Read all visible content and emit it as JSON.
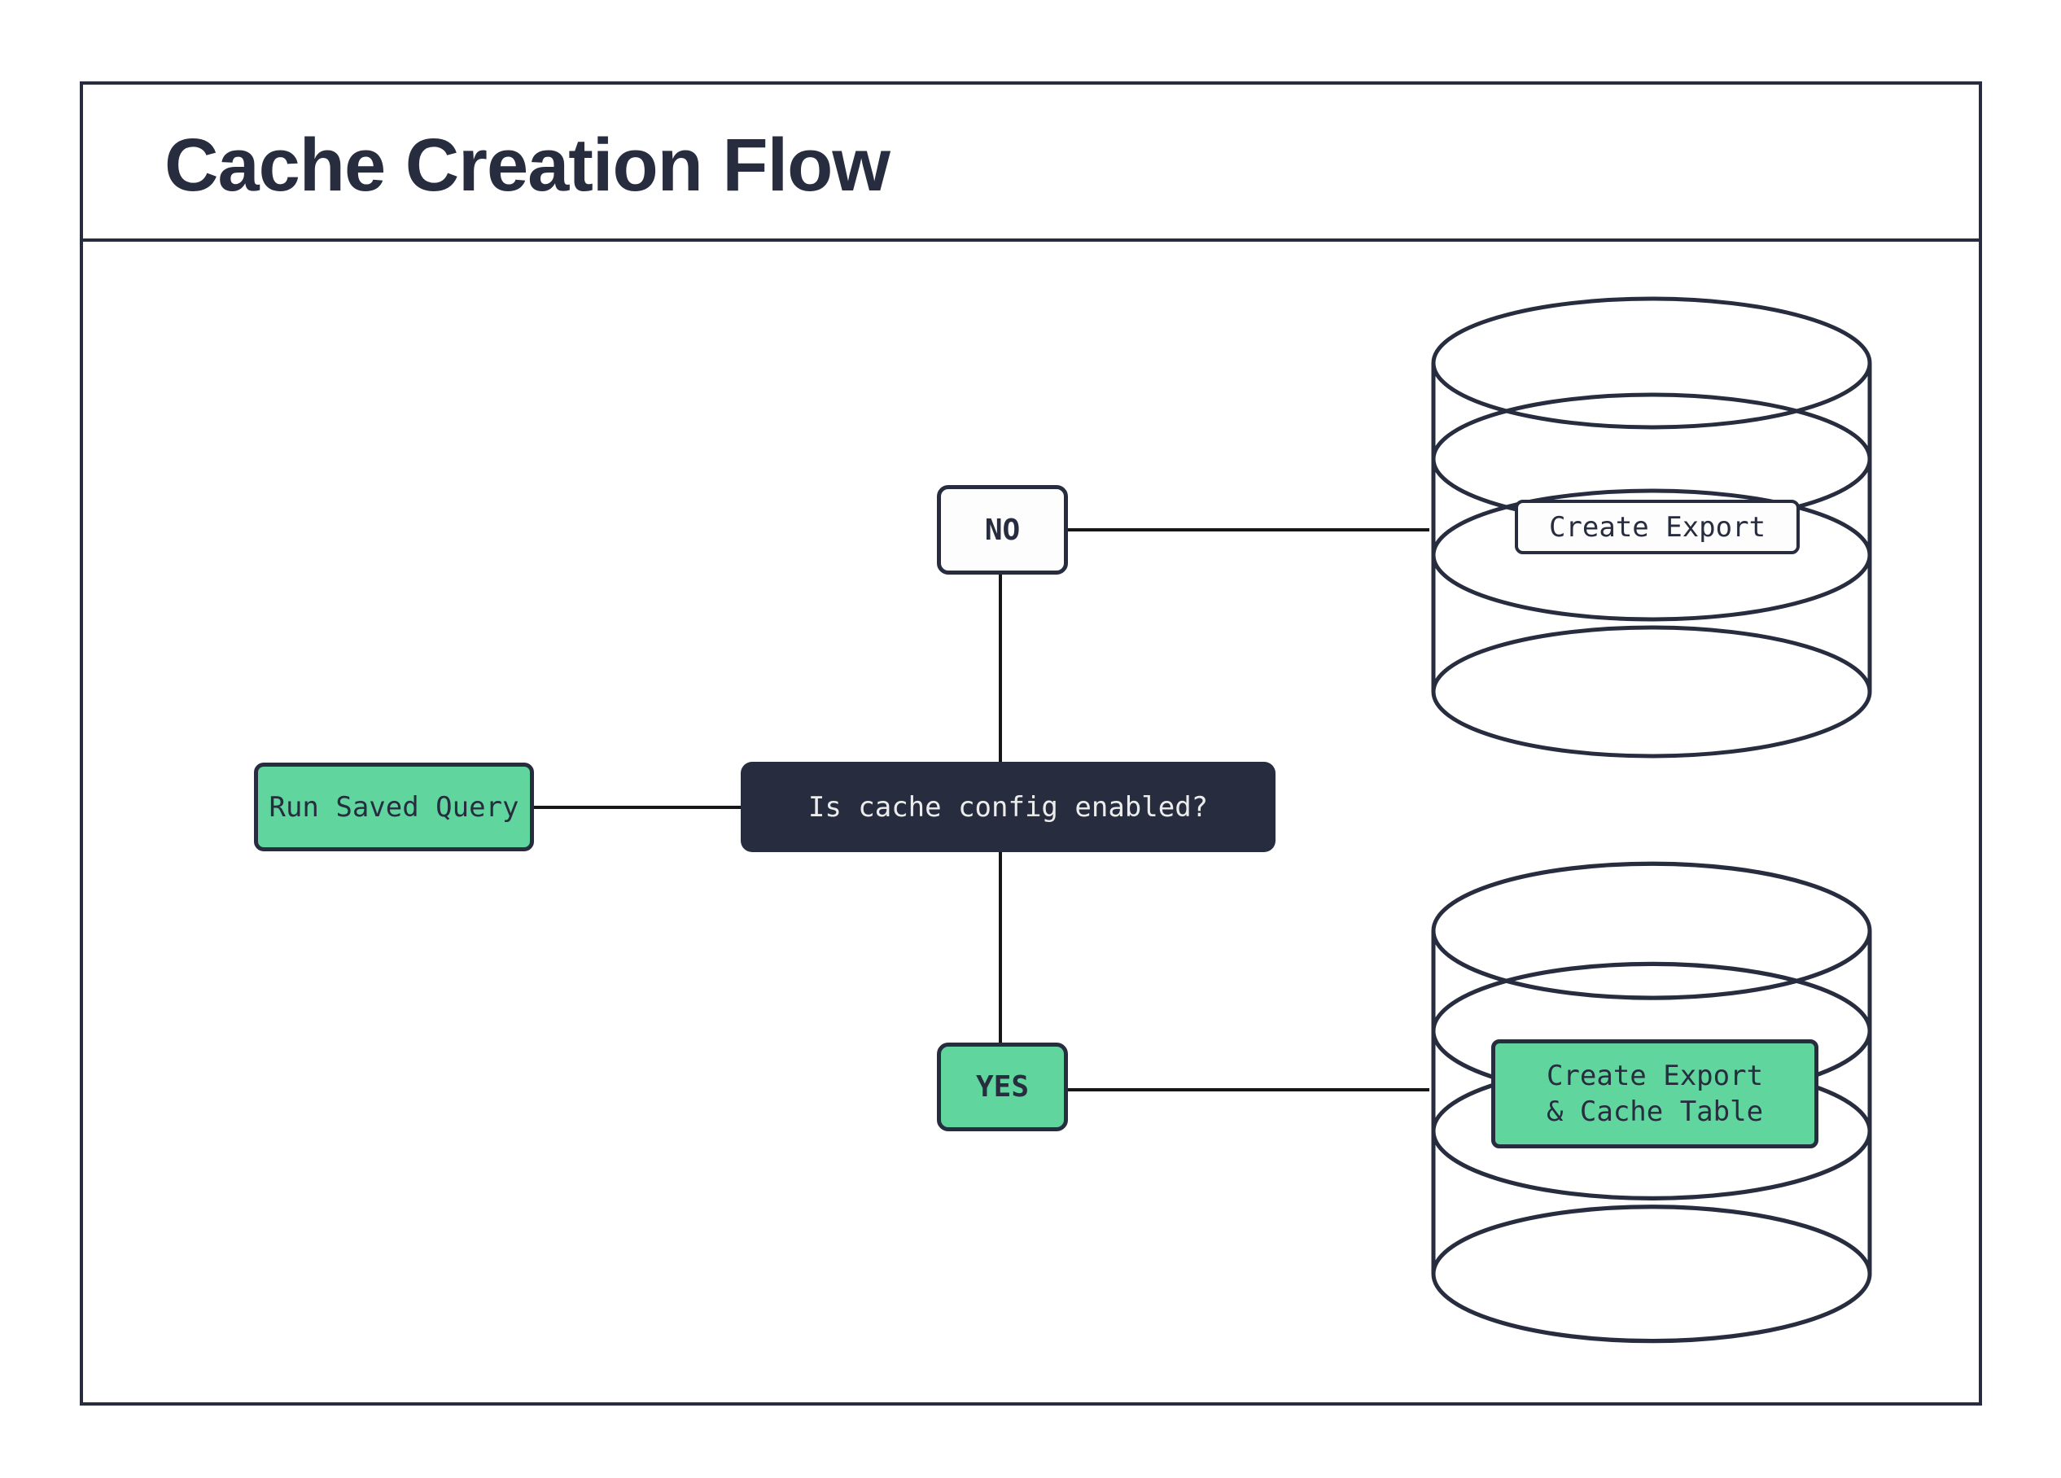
{
  "title": "Cache Creation Flow",
  "colors": {
    "ink": "#272D3F",
    "green": "#60D69E",
    "node_light_bg": "#FDFDFD",
    "decision_bg": "#272D3F",
    "decision_text": "#ECECEC",
    "connector": "#161616",
    "paper": "#FFFFFF"
  },
  "nodes": {
    "start": {
      "label": "Run Saved Query"
    },
    "decision": {
      "label": "Is cache config enabled?"
    },
    "branch_no": {
      "label": "NO"
    },
    "branch_yes": {
      "label": "YES"
    },
    "outcome_no": {
      "label": "Create Export"
    },
    "outcome_yes": {
      "line1": "Create Export",
      "line2": "& Cache Table"
    }
  },
  "icons": {
    "database_top": "database-icon",
    "database_bottom": "database-icon"
  }
}
